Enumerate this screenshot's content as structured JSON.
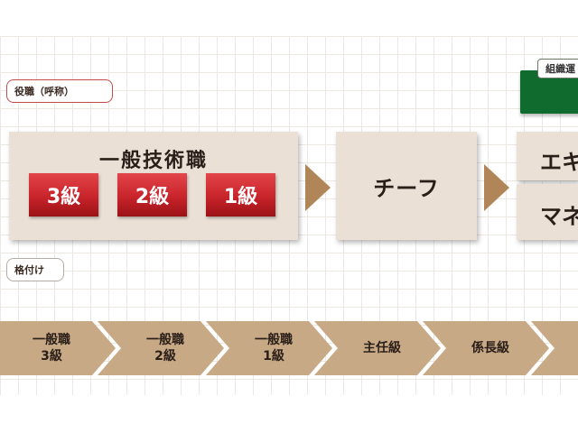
{
  "labels": {
    "position_title": "役職（呼称）",
    "rating": "格付け",
    "org": "組織運"
  },
  "general_panel": {
    "title": "一般技術職",
    "grades": [
      "3級",
      "2級",
      "1級"
    ]
  },
  "chief_panel": {
    "title": "チーフ"
  },
  "right_panels": {
    "top": "エキ",
    "bottom": "マネ"
  },
  "rank_steps": [
    {
      "line1": "一般職",
      "line2": "3級"
    },
    {
      "line1": "一般職",
      "line2": "2級"
    },
    {
      "line1": "一般職",
      "line2": "1級"
    },
    {
      "line1": "主任級",
      "line2": ""
    },
    {
      "line1": "係長級",
      "line2": ""
    }
  ],
  "colors": {
    "panel": "#eae0d6",
    "grade_red": "#c8242b",
    "arrow_brown": "#b08658",
    "chevron": "#c8a985",
    "org_green": "#0f6b2e"
  }
}
